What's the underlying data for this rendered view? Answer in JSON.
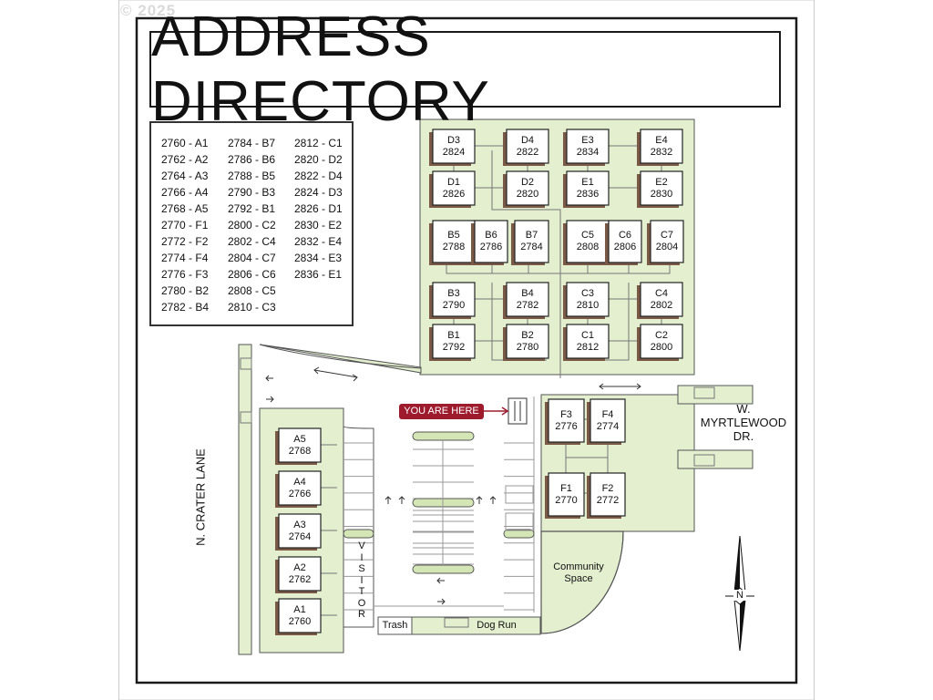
{
  "copyright": "© 2025",
  "title": "ADDRESS DIRECTORY",
  "legend": {
    "col1": [
      "2760 - A1",
      "2762 - A2",
      "2764 - A3",
      "2766 - A4",
      "2768 - A5",
      "2770 - F1",
      "2772 - F2",
      "2774 - F4",
      "2776 - F3",
      "2780 - B2",
      "2782 - B4"
    ],
    "col2": [
      "2784 - B7",
      "2786 - B6",
      "2788 - B5",
      "2790 - B3",
      "2792 - B1",
      "2800 - C2",
      "2802 - C4",
      "2804 - C7",
      "2806 - C6",
      "2808 - C5",
      "2810 - C3"
    ],
    "col3": [
      "2812 - C1",
      "2820 - D2",
      "2822 - D4",
      "2824 - D3",
      "2826 - D1",
      "2830 - E2",
      "2832 - E4",
      "2834 - E3",
      "2836 - E1"
    ]
  },
  "buildings": [
    {
      "unit": "D3",
      "addr": "2824"
    },
    {
      "unit": "D4",
      "addr": "2822"
    },
    {
      "unit": "E3",
      "addr": "2834"
    },
    {
      "unit": "E4",
      "addr": "2832"
    },
    {
      "unit": "D1",
      "addr": "2826"
    },
    {
      "unit": "D2",
      "addr": "2820"
    },
    {
      "unit": "E1",
      "addr": "2836"
    },
    {
      "unit": "E2",
      "addr": "2830"
    },
    {
      "unit": "B5",
      "addr": "2788"
    },
    {
      "unit": "B6",
      "addr": "2786"
    },
    {
      "unit": "B7",
      "addr": "2784"
    },
    {
      "unit": "C5",
      "addr": "2808"
    },
    {
      "unit": "C6",
      "addr": "2806"
    },
    {
      "unit": "C7",
      "addr": "2804"
    },
    {
      "unit": "B3",
      "addr": "2790"
    },
    {
      "unit": "B4",
      "addr": "2782"
    },
    {
      "unit": "C3",
      "addr": "2810"
    },
    {
      "unit": "C4",
      "addr": "2802"
    },
    {
      "unit": "B1",
      "addr": "2792"
    },
    {
      "unit": "B2",
      "addr": "2780"
    },
    {
      "unit": "C1",
      "addr": "2812"
    },
    {
      "unit": "C2",
      "addr": "2800"
    },
    {
      "unit": "F3",
      "addr": "2776"
    },
    {
      "unit": "F4",
      "addr": "2774"
    },
    {
      "unit": "F1",
      "addr": "2770"
    },
    {
      "unit": "F2",
      "addr": "2772"
    },
    {
      "unit": "A5",
      "addr": "2768"
    },
    {
      "unit": "A4",
      "addr": "2766"
    },
    {
      "unit": "A3",
      "addr": "2764"
    },
    {
      "unit": "A2",
      "addr": "2762"
    },
    {
      "unit": "A1",
      "addr": "2760"
    }
  ],
  "labels": {
    "you_are_here": "YOU ARE HERE",
    "street_east_line1": "W.",
    "street_east_line2": "MYRTLEWOOD",
    "street_east_line3": "DR.",
    "street_west": "N. CRATER LANE",
    "visitor": "VISITOR",
    "community_line1": "Community",
    "community_line2": "Space",
    "trash": "Trash",
    "dog_run": "Dog Run",
    "north": "N"
  },
  "colors": {
    "grass": "#e3efcf",
    "building": "#ffffff",
    "building_shadow": "#7a5a46",
    "you_are_here": "#9e1b2e",
    "island": "#d4e6b5"
  }
}
